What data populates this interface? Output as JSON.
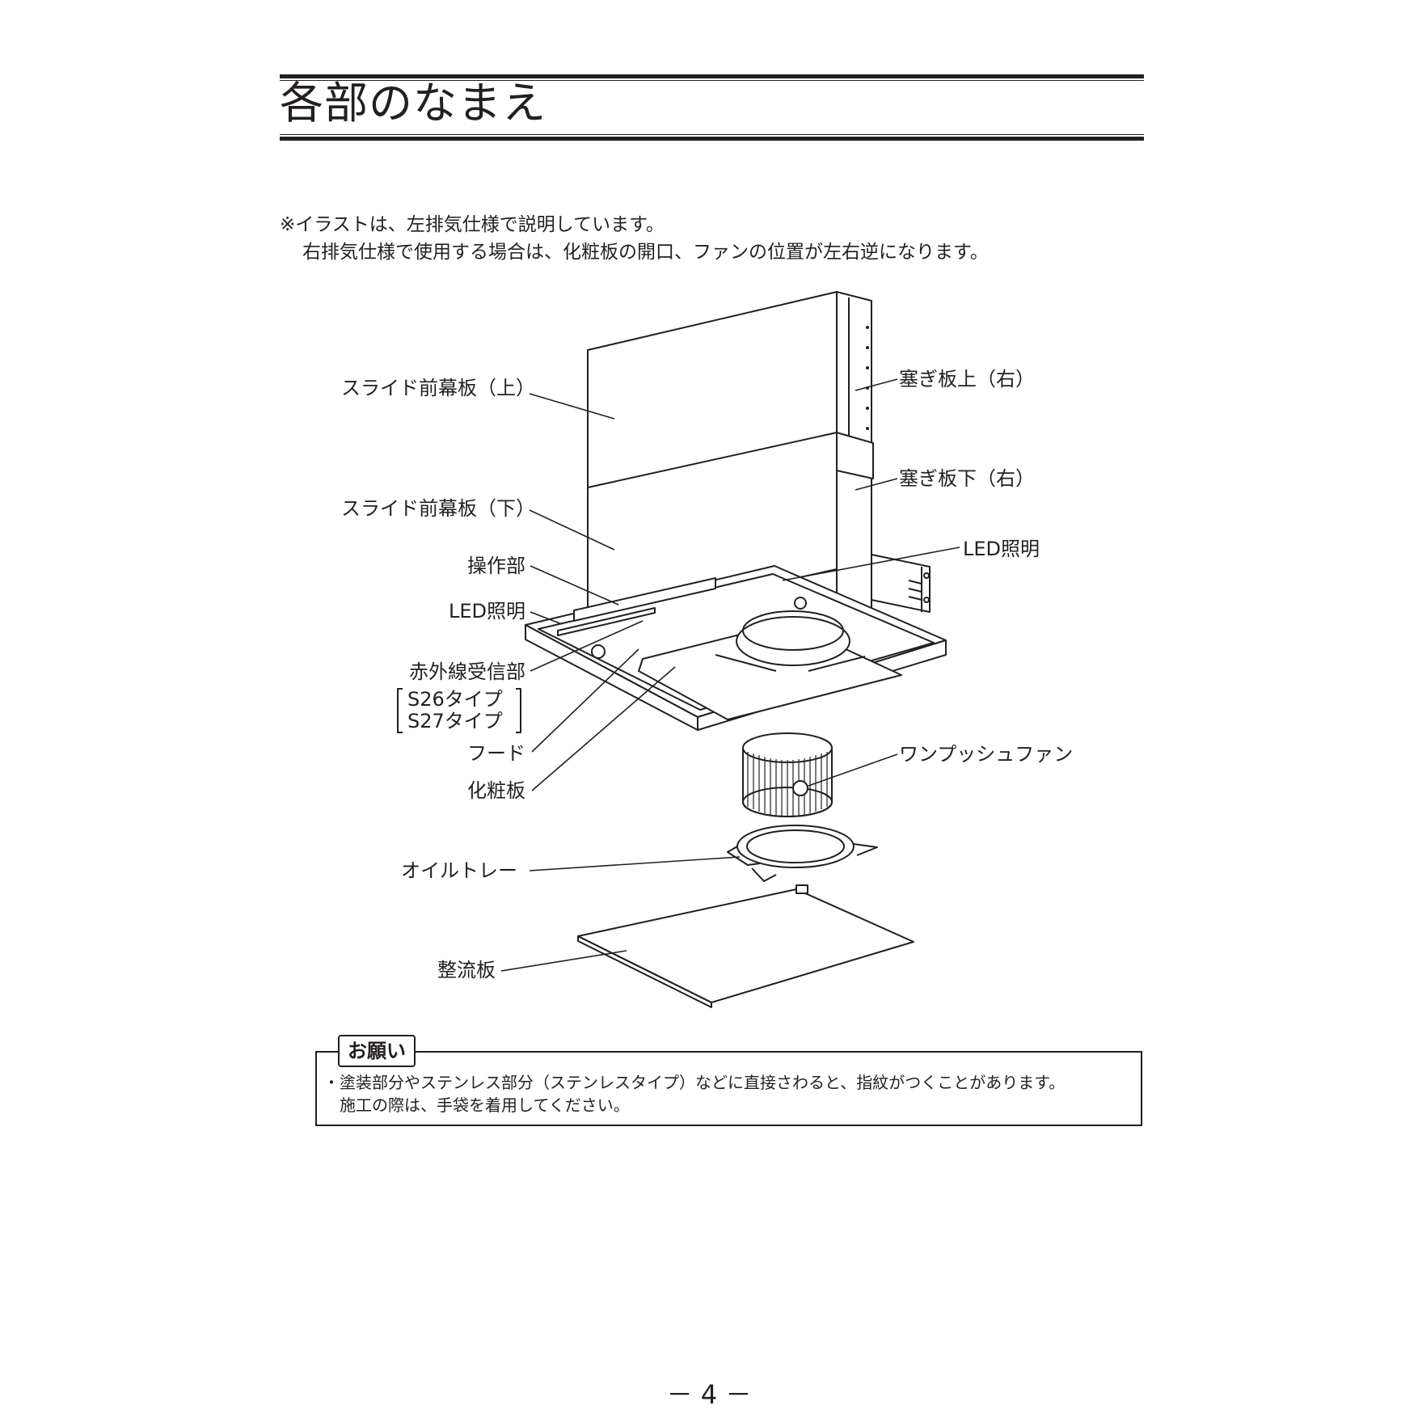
{
  "header": {
    "title": "各部のなまえ"
  },
  "intro": {
    "line1": "※イラストは、左排気仕様で説明しています。",
    "line2": "右排気仕様で使用する場合は、化粧板の開口、ファンの位置が左右逆になります。"
  },
  "labels": {
    "slide_front_upper": "スライド前幕板（上）",
    "slide_front_lower": "スライド前幕板（下）",
    "control_panel": "操作部",
    "led_light_left": "LED照明",
    "ir_receiver": "赤外線受信部",
    "ir_receiver_types": [
      "S26タイプ",
      "S27タイプ"
    ],
    "hood": "フード",
    "decorative_panel": "化粧板",
    "oil_tray": "オイルトレー",
    "rectifier_plate": "整流板",
    "closing_plate_upper_right": "塞ぎ板上（右）",
    "closing_plate_lower_right": "塞ぎ板下（右）",
    "led_light_right": "LED照明",
    "one_push_fan": "ワンプッシュファン"
  },
  "notice": {
    "title": "お願い",
    "line1": "・塗装部分やステンレス部分（ステンレスタイプ）などに直接さわると、指紋がつくことがあります。",
    "line2": "施工の際は、手袋を着用してください。"
  },
  "footer": {
    "page_number": "－ 4 －"
  }
}
